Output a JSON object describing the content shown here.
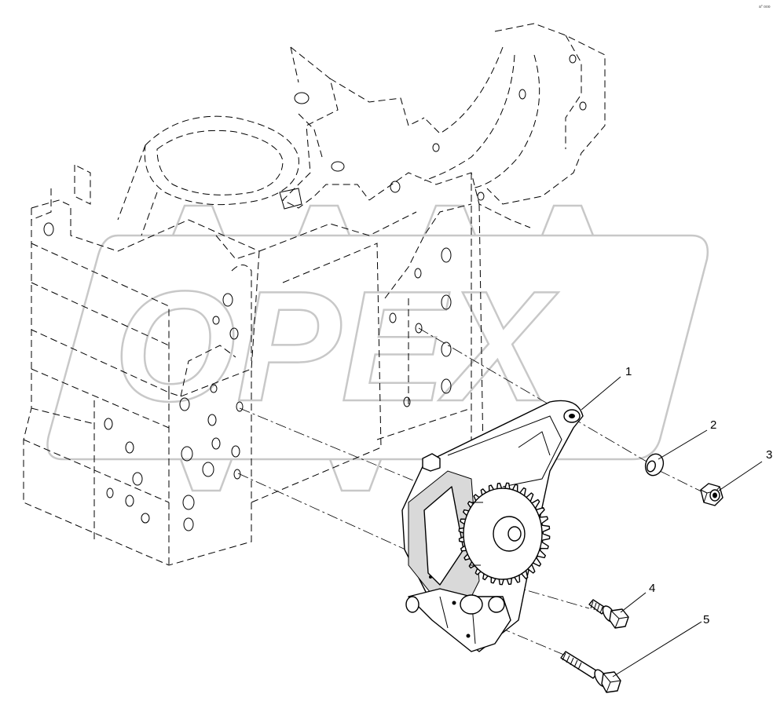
{
  "watermark": {
    "text": "OPEX"
  },
  "corner_mark": "a° ooo",
  "callouts": [
    {
      "label": "1"
    },
    {
      "label": "2"
    },
    {
      "label": "3"
    },
    {
      "label": "4"
    },
    {
      "label": "5"
    }
  ],
  "parts": [
    {
      "callout": "1",
      "icon": "oil-pump-assembly-icon"
    },
    {
      "callout": "2",
      "icon": "washer-icon"
    },
    {
      "callout": "3",
      "icon": "hex-nut-icon"
    },
    {
      "callout": "4",
      "icon": "flange-bolt-short-icon"
    },
    {
      "callout": "5",
      "icon": "flange-bolt-long-icon"
    }
  ]
}
